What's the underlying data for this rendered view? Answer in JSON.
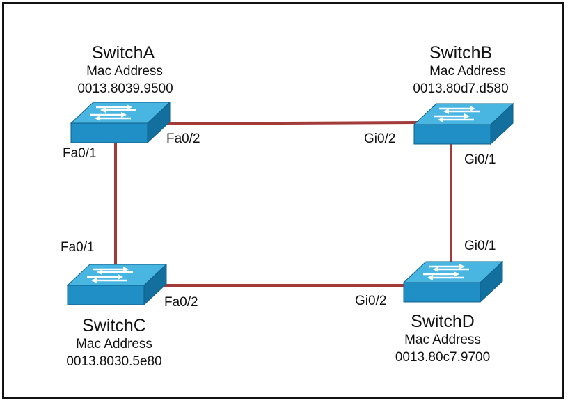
{
  "colors": {
    "link": "#a33a3a",
    "switch_top": "#49b6e2",
    "switch_front": "#1f8fc5",
    "switch_side": "#136f9e",
    "frame": "#111111"
  },
  "icons": {
    "switch": "layer2-switch-icon"
  },
  "switches": {
    "a": {
      "name": "SwitchA",
      "mac_title": "Mac Address",
      "mac": "0013.8039.9500"
    },
    "b": {
      "name": "SwitchB",
      "mac_title": "Mac Address",
      "mac": "0013.80d7.d580"
    },
    "c": {
      "name": "SwitchC",
      "mac_title": "Mac Address",
      "mac": "0013.8030.5e80"
    },
    "d": {
      "name": "SwitchD",
      "mac_title": "Mac Address",
      "mac": "0013.80c7.9700"
    }
  },
  "ports": {
    "a_fa01": "Fa0/1",
    "a_fa02": "Fa0/2",
    "b_gi02": "Gi0/2",
    "b_gi01": "Gi0/1",
    "c_fa01": "Fa0/1",
    "c_fa02": "Fa0/2",
    "d_gi01": "Gi0/1",
    "d_gi02": "Gi0/2"
  },
  "links": [
    {
      "from": "SwitchA",
      "from_port": "Fa0/2",
      "to": "SwitchB",
      "to_port": "Gi0/2"
    },
    {
      "from": "SwitchA",
      "from_port": "Fa0/1",
      "to": "SwitchC",
      "to_port": "Fa0/1"
    },
    {
      "from": "SwitchB",
      "from_port": "Gi0/1",
      "to": "SwitchD",
      "to_port": "Gi0/1"
    },
    {
      "from": "SwitchC",
      "from_port": "Fa0/2",
      "to": "SwitchD",
      "to_port": "Gi0/2"
    }
  ]
}
